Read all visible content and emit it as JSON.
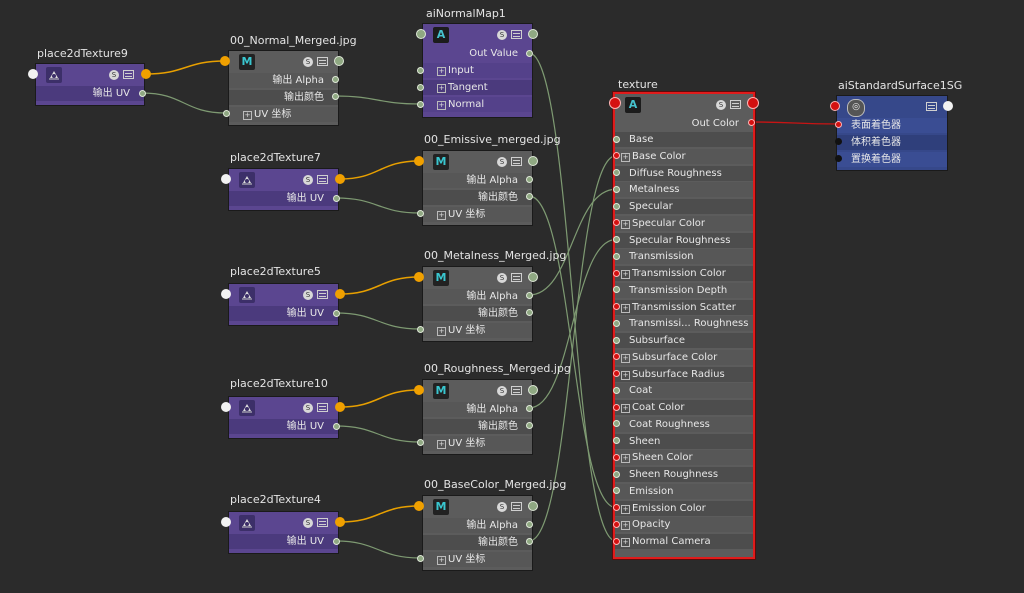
{
  "colors": {
    "canvas": "#2b2b2b",
    "node_purple": "#5b4690",
    "node_gray": "#5c5c5c",
    "node_blue": "#36488a",
    "selected_border": "#e01b1b",
    "port_orange": "#f0a000",
    "port_green": "#8fa882",
    "port_red": "#d41010",
    "port_white": "#f2f2f2",
    "wire_green": "#7e9a72",
    "wire_orange": "#e8a000",
    "wire_red": "#c81414"
  },
  "icons": {
    "place2d": "place2d-texture-icon",
    "file": "file-texture-icon",
    "ai": "arnold-icon",
    "sg": "shading-group-icon",
    "swatch": "swatch-toggle-icon",
    "layout": "attribute-layout-icon"
  },
  "nodes": {
    "place2dTexture9": {
      "title": "place2dTexture9",
      "rows": [
        "输出 UV"
      ]
    },
    "place2dTexture7": {
      "title": "place2dTexture7",
      "rows": [
        "输出 UV"
      ]
    },
    "place2dTexture5": {
      "title": "place2dTexture5",
      "rows": [
        "输出 UV"
      ]
    },
    "place2dTexture10": {
      "title": "place2dTexture10",
      "rows": [
        "输出 UV"
      ]
    },
    "place2dTexture4": {
      "title": "place2dTexture4",
      "rows": [
        "输出 UV"
      ]
    },
    "normal_file": {
      "title": "00_Normal_Merged.jpg",
      "icon_letter": "M",
      "rows": [
        "输出 Alpha",
        "输出颜色",
        "UV 坐标"
      ]
    },
    "emissive_file": {
      "title": "00_Emissive_merged.jpg",
      "icon_letter": "M",
      "rows": [
        "输出 Alpha",
        "输出颜色",
        "UV 坐标"
      ]
    },
    "metalness_file": {
      "title": "00_Metalness_Merged.jpg",
      "icon_letter": "M",
      "rows": [
        "输出 Alpha",
        "输出颜色",
        "UV 坐标"
      ]
    },
    "roughness_file": {
      "title": "00_Roughness_Merged.jpg",
      "icon_letter": "M",
      "rows": [
        "输出 Alpha",
        "输出颜色",
        "UV 坐标"
      ]
    },
    "basecolor_file": {
      "title": "00_BaseColor_Merged.jpg",
      "icon_letter": "M",
      "rows": [
        "输出 Alpha",
        "输出颜色",
        "UV 坐标"
      ]
    },
    "aiNormalMap1": {
      "title": "aiNormalMap1",
      "icon_letter": "A",
      "rows": [
        "Out Value",
        "Input",
        "Tangent",
        "Normal"
      ]
    },
    "texture": {
      "title": "texture",
      "icon_letter": "A",
      "out": "Out Color",
      "rows": [
        "Base",
        "Base Color",
        "Diffuse Roughness",
        "Metalness",
        "Specular",
        "Specular Color",
        "Specular Roughness",
        "Transmission",
        "Transmission Color",
        "Transmission Depth",
        "Transmission Scatter",
        "Transmissi... Roughness",
        "Subsurface",
        "Subsurface Color",
        "Subsurface Radius",
        "Coat",
        "Coat Color",
        "Coat Roughness",
        "Sheen",
        "Sheen Color",
        "Sheen Roughness",
        "Emission",
        "Emission Color",
        "Opacity",
        "Normal Camera"
      ]
    },
    "aiStandardSurface1SG": {
      "title": "aiStandardSurface1SG",
      "rows": [
        "表面着色器",
        "体积着色器",
        "置换着色器"
      ]
    }
  }
}
